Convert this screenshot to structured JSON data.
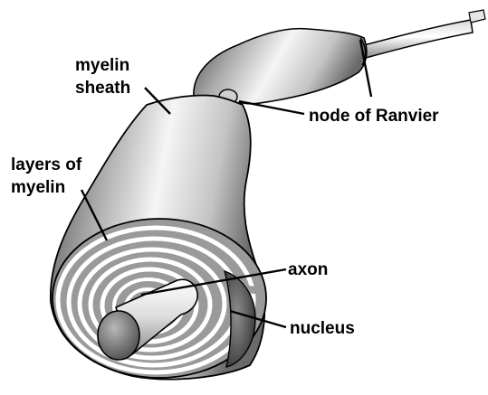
{
  "labels": {
    "myelin_sheath_line1": "myelin",
    "myelin_sheath_line2": "sheath",
    "node_of_ranvier": "node of Ranvier",
    "layers_line1": "layers of",
    "layers_line2": "myelin",
    "axon": "axon",
    "nucleus": "nucleus"
  },
  "colors": {
    "outline": "#000000",
    "tube_light": "#f4f4f4",
    "tube_mid": "#bdbdbd",
    "tube_dark": "#5e5e5e",
    "face_gray": "#9a9a9a",
    "spiral_white": "#ffffff"
  }
}
